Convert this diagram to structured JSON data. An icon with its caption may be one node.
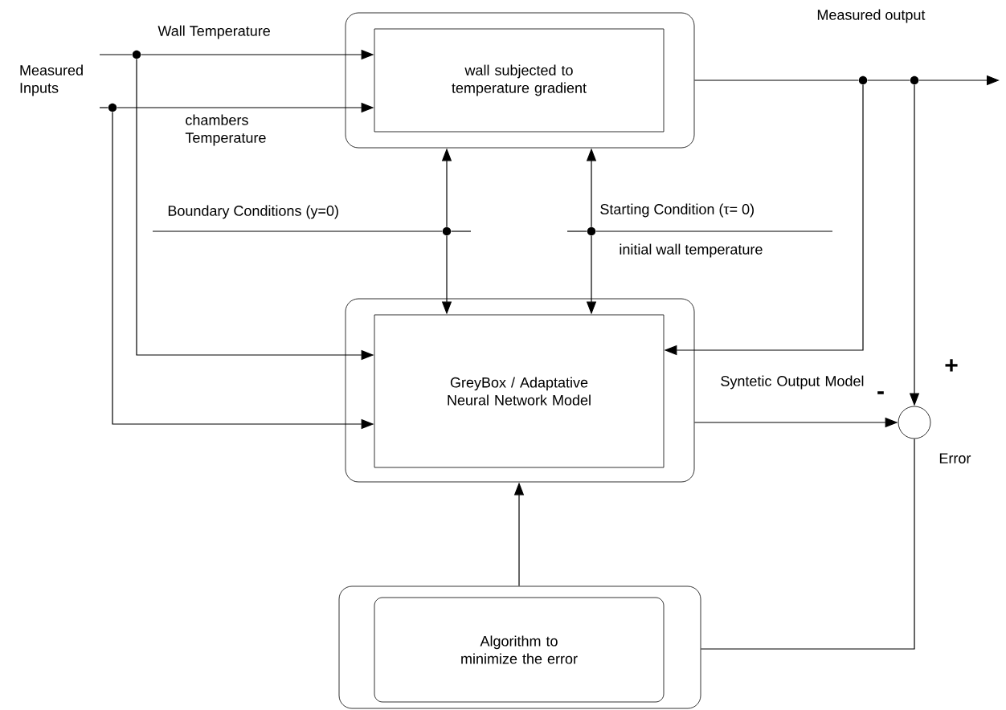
{
  "diagram": {
    "nodes": [
      {
        "text": [],
        "shape": "box"
      },
      {
        "text": [
          "wall subjected to temperature gradient"
        ],
        "in": 0
      },
      {
        "text": [],
        "shape": "box"
      },
      {
        "text": [
          "GreyBox / Adaptative Neural Network Model"
        ],
        "in": 2
      },
      {
        "text": [],
        "shape": "box"
      },
      {
        "text": [
          "Algorithm to minimize the error"
        ],
        "in": 4
      },
      {
        "text": [],
        "shape": "circle",
        "beside": [
          "Error"
        ]
      },
      {
        "text": [],
        "shape": "dot"
      },
      {
        "text": [],
        "shape": "dot"
      },
      {
        "text": [],
        "shape": "dot"
      },
      {
        "text": [],
        "shape": "dot"
      },
      {
        "text": [],
        "shape": "dot"
      },
      {
        "text": [],
        "shape": "dot"
      }
    ],
    "edges": [
      {
        "from": null,
        "to": 8,
        "arrow": "none"
      },
      {
        "from": 8,
        "to": 1,
        "arrow": "to",
        "label": "Wall Temperature"
      },
      {
        "from": 8,
        "to": 3,
        "arrow": "to"
      },
      {
        "from": null,
        "to": 7,
        "arrow": "none"
      },
      {
        "from": 7,
        "to": 1,
        "arrow": "to",
        "label": "chambers Temperature"
      },
      {
        "from": 7,
        "to": 3,
        "arrow": "to"
      },
      {
        "from": null,
        "to": 9,
        "arrow": "none",
        "label": "Boundary Conditions (y=0)"
      },
      {
        "from": 9,
        "to": null,
        "arrow": "none"
      },
      {
        "from": 9,
        "to": 0,
        "arrow": "to"
      },
      {
        "from": 9,
        "to": 3,
        "arrow": "to"
      },
      {
        "from": null,
        "to": 10,
        "arrow": "none"
      },
      {
        "from": 10,
        "to": null,
        "arrow": "none",
        "label": "Starting Condition (τ= 0)"
      },
      {
        "from": 10,
        "to": 0,
        "arrow": "to"
      },
      {
        "from": 10,
        "to": 3,
        "arrow": "to",
        "label": "initial wall temperature"
      },
      {
        "from": 0,
        "to": 11,
        "arrow": "none"
      },
      {
        "from": 11,
        "to": 12,
        "arrow": "none"
      },
      {
        "from": 12,
        "to": null,
        "arrow": "to",
        "label": "Measured output"
      },
      {
        "from": 11,
        "to": 3,
        "arrow": "to"
      },
      {
        "from": 12,
        "to": 6,
        "arrow": "to"
      },
      {
        "from": 2,
        "to": 6,
        "arrow": "to",
        "label": "Syntetic Output Model"
      },
      {
        "from": 6,
        "to": 4,
        "arrow": "none"
      },
      {
        "from": 4,
        "to": 2,
        "arrow": "to"
      }
    ],
    "labels": [
      "Measured Inputs",
      "+",
      "-"
    ]
  }
}
